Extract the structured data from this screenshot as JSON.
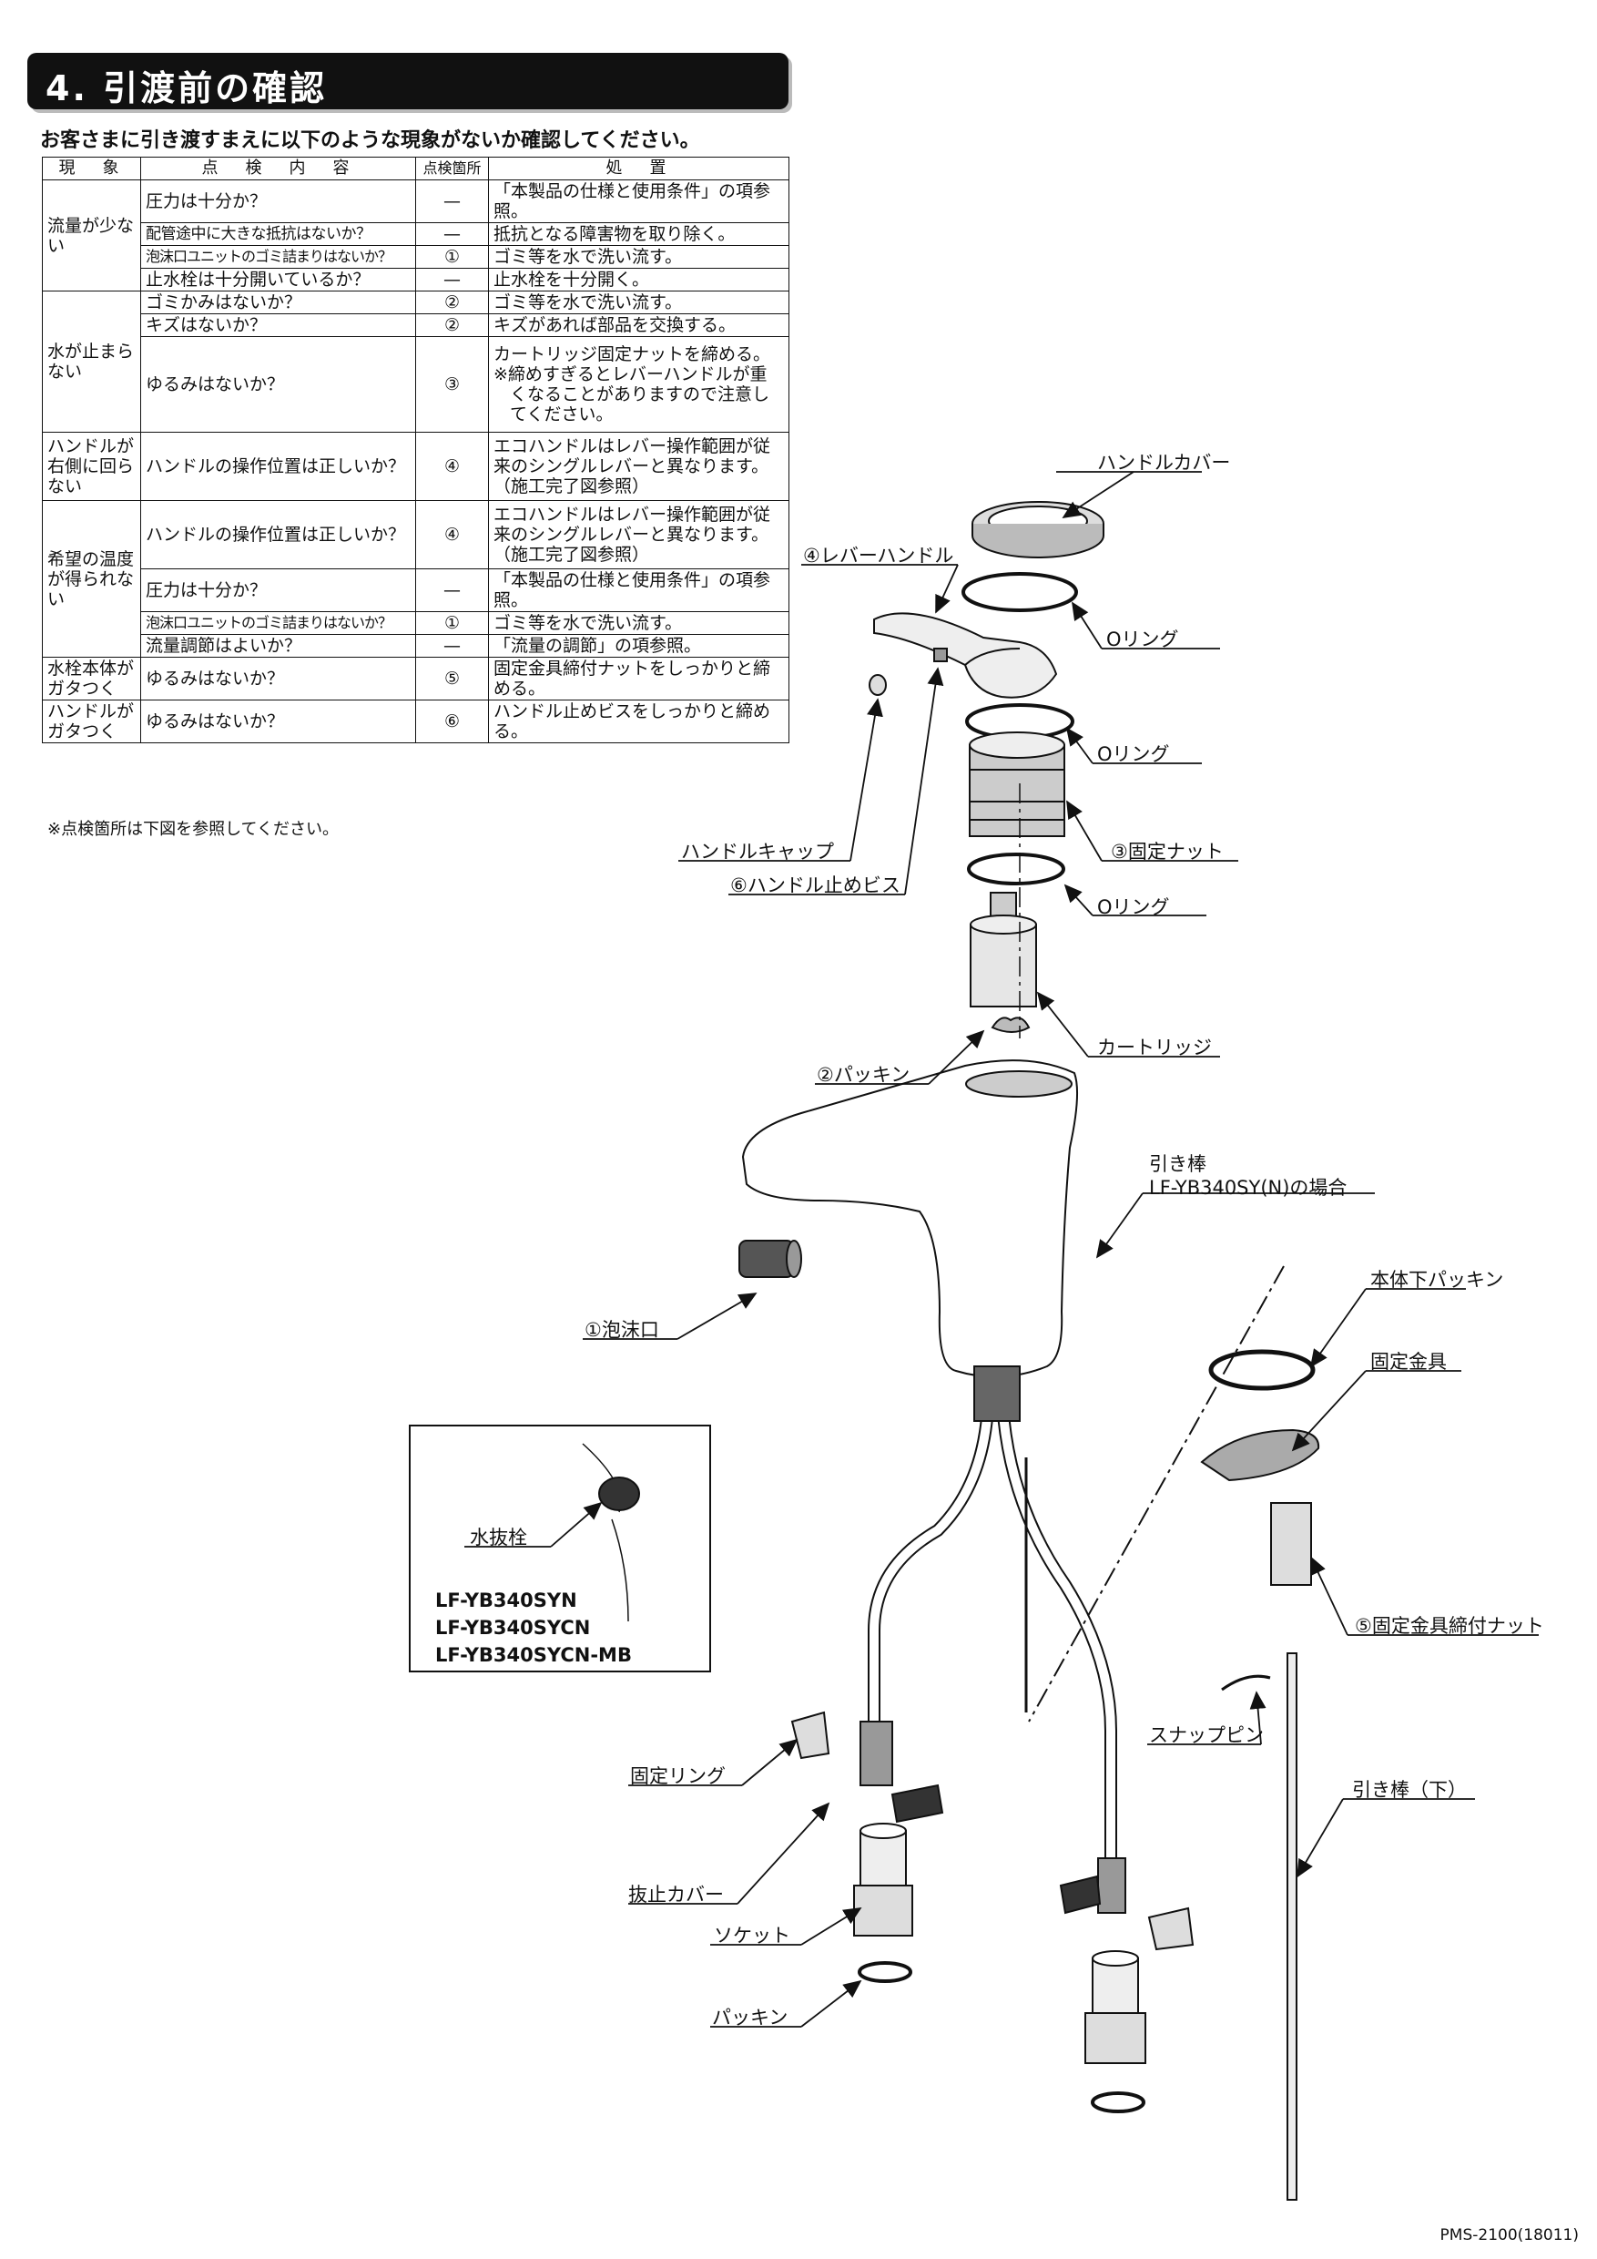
{
  "header": {
    "title": "4. 引渡前の確認"
  },
  "intro": "お客さまに引き渡すまえに以下のような現象がないか確認してください。",
  "table": {
    "headers": [
      "現　象",
      "点　検　内　容",
      "点検箇所",
      "処　置"
    ],
    "groups": [
      {
        "phenomenon": "流量が少ない",
        "rows": [
          {
            "check": "圧力は十分か？",
            "spot": "—",
            "action": "「本製品の仕様と使用条件」の項参照。"
          },
          {
            "check": "配管途中に大きな抵抗はないか？",
            "spot": "—",
            "action": "抵抗となる障害物を取り除く。"
          },
          {
            "check": "泡沫口ユニットのゴミ詰まりはないか？",
            "spot": "①",
            "action": "ゴミ等を水で洗い流す。"
          },
          {
            "check": "止水栓は十分開いているか？",
            "spot": "—",
            "action": "止水栓を十分開く。"
          }
        ]
      },
      {
        "phenomenon": "水が止まらない",
        "rows": [
          {
            "check": "ゴミかみはないか？",
            "spot": "②",
            "action": "ゴミ等を水で洗い流す。"
          },
          {
            "check": "キズはないか？",
            "spot": "②",
            "action": "キズがあれば部品を交換する。"
          },
          {
            "check": "ゆるみはないか？",
            "spot": "③",
            "action": "カートリッジ固定ナットを締める。",
            "action_note": "※締めすぎるとレバーハンドルが重くなることがありますので注意してください。"
          }
        ]
      },
      {
        "phenomenon": "ハンドルが右側に回らない",
        "rows": [
          {
            "check": "ハンドルの操作位置は正しいか？",
            "spot": "④",
            "action": "エコハンドルはレバー操作範囲が従来のシングルレバーと異なります。（施工完了図参照）"
          }
        ]
      },
      {
        "phenomenon": "希望の温度が得られない",
        "rows": [
          {
            "check": "ハンドルの操作位置は正しいか？",
            "spot": "④",
            "action": "エコハンドルはレバー操作範囲が従来のシングルレバーと異なります。（施工完了図参照）"
          },
          {
            "check": "圧力は十分か？",
            "spot": "—",
            "action": "「本製品の仕様と使用条件」の項参照。"
          },
          {
            "check": "泡沫口ユニットのゴミ詰まりはないか？",
            "spot": "①",
            "action": "ゴミ等を水で洗い流す。"
          },
          {
            "check": "流量調節はよいか？",
            "spot": "—",
            "action": "「流量の調節」の項参照。"
          }
        ]
      },
      {
        "phenomenon": "水栓本体がガタつく",
        "rows": [
          {
            "check": "ゆるみはないか？",
            "spot": "⑤",
            "action": "固定金具締付ナットをしっかりと締める。"
          }
        ]
      },
      {
        "phenomenon": "ハンドルがガタつく",
        "rows": [
          {
            "check": "ゆるみはないか？",
            "spot": "⑥",
            "action": "ハンドル止めビスをしっかりと締める。"
          }
        ]
      }
    ]
  },
  "note": "※点検箇所は下図を参照してください。",
  "labels": {
    "handle_cover": "ハンドルカバー",
    "lever_handle": "④レバーハンドル",
    "o_ring_1": "Oリング",
    "o_ring_2": "Oリング",
    "fixing_nut": "③固定ナット",
    "handle_cap": "ハンドルキャップ",
    "handle_screw": "⑥ハンドル止めビス",
    "o_ring_3": "Oリング",
    "cartridge": "カートリッジ",
    "packing_2": "②パッキン",
    "pull_rod": "引き棒",
    "pull_rod_model": "LF-YB340SY(N)の場合",
    "aerator": "①泡沫口",
    "body_packing": "本体下パッキン",
    "fixing_bracket": "固定金具",
    "bracket_nut": "⑤固定金具締付ナット",
    "drain_plug": "水抜栓",
    "snap_pin": "スナップピン",
    "pull_rod_lower": "引き棒（下）",
    "fixing_ring": "固定リング",
    "stop_cover": "抜止カバー",
    "socket": "ソケット",
    "packing": "パッキン"
  },
  "inset_models": [
    "LF-YB340SYN",
    "LF-YB340SYCN",
    "LF-YB340SYCN-MB"
  ],
  "footer": "PMS-2100(18011)"
}
